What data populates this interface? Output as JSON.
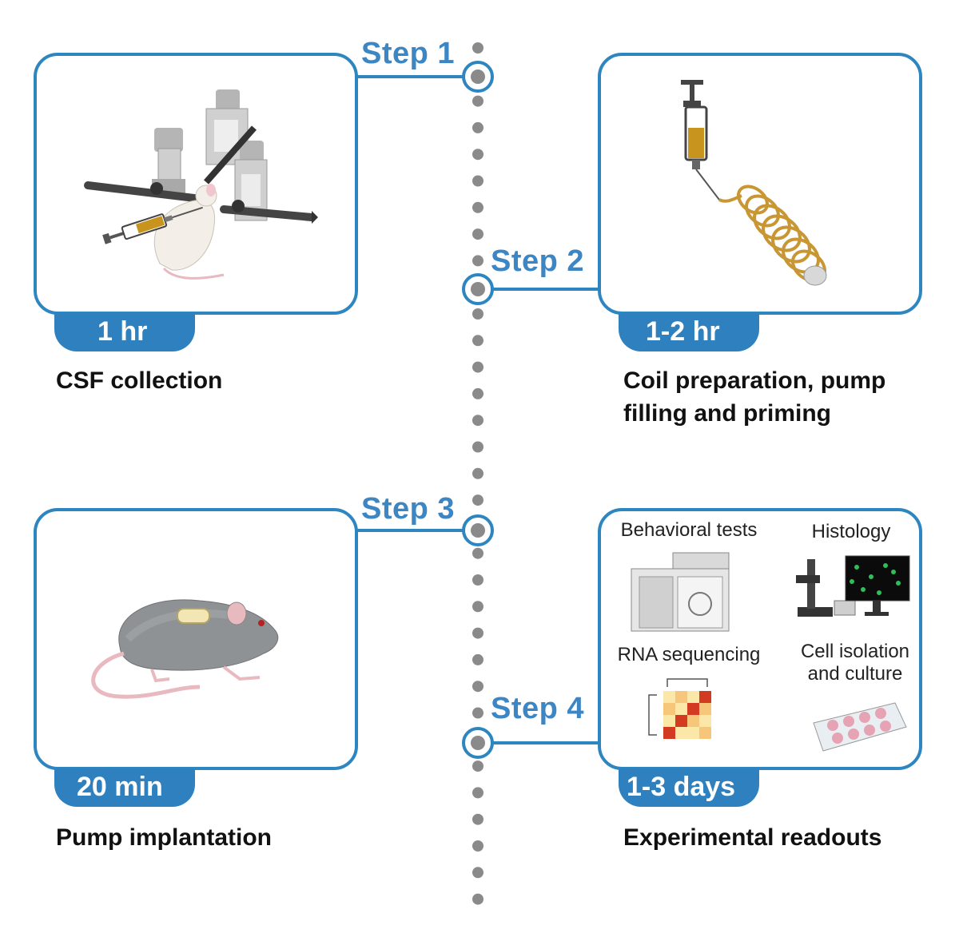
{
  "steps": [
    {
      "label": "Step 1",
      "duration": "1 hr",
      "caption": "CSF collection"
    },
    {
      "label": "Step 2",
      "duration": "1-2 hr",
      "caption_line1": "Coil preparation, pump",
      "caption_line2": "filling and priming"
    },
    {
      "label": "Step 3",
      "duration": "20 min",
      "caption": "Pump implantation"
    },
    {
      "label": "Step 4",
      "duration": "1-3 days",
      "caption": "Experimental readouts"
    }
  ],
  "readouts": {
    "behavioral": "Behavioral tests",
    "histology": "Histology",
    "rna": "RNA sequencing",
    "cell_line1": "Cell isolation",
    "cell_line2": "and culture"
  },
  "colors": {
    "accent": "#2f80be",
    "step_text": "#3c86c4",
    "timeline_dots": "#8a8a8a",
    "syringe_fluid": "#c8941e",
    "coil": "#c89632"
  }
}
